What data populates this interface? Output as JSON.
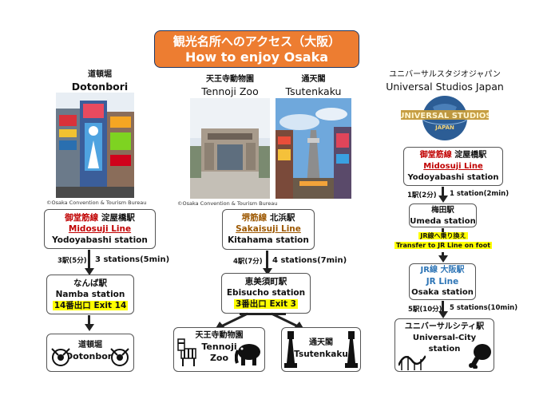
{
  "title": {
    "ja": "観光名所へのアクセス（大阪）",
    "en": "How to enjoy Osaka"
  },
  "credit": "©Osaka Convention & Tourism Bureau",
  "dotonbori": {
    "heading_ja": "道頓堀",
    "heading_en": "Dotonbori",
    "start_line_ja": "御堂筋線",
    "start_station_ja": "淀屋橋駅",
    "start_line_en": "Midosuji Line",
    "start_station_en": "Yodoyabashi station",
    "stops_ja": "3駅(5分)",
    "stops_en": "3 stations(5min)",
    "mid_station_ja": "なんば駅",
    "mid_station_en": "Namba station",
    "exit": "14番出口 Exit 14",
    "dest_ja": "道頓堀",
    "dest_en": "Dotonbori"
  },
  "tennoji": {
    "zoo_heading_ja": "天王寺動物園",
    "zoo_heading_en": "Tennoji Zoo",
    "tsu_heading_ja": "通天閣",
    "tsu_heading_en": "Tsutenkaku",
    "start_line_ja": "堺筋線",
    "start_station_ja": "北浜駅",
    "start_line_en": "Sakaisuji Line",
    "start_station_en": "Kitahama station",
    "stops_ja": "4駅(7分)",
    "stops_en": "4 stations(7min)",
    "mid_station_ja": "恵美須町駅",
    "mid_station_en": "Ebisucho station",
    "exit": "3番出口 Exit 3",
    "dest1_ja": "天王寺動物園",
    "dest1_en_1": "Tennoji",
    "dest1_en_2": "Zoo",
    "dest2_ja": "通天閣",
    "dest2_en": "Tsutenkaku"
  },
  "usj": {
    "heading_ja": "ユニバーサルスタジオジャパン",
    "heading_en": "Universal Studios Japan",
    "logo_text_1": "UNIVERSAL STUDIOS",
    "logo_text_2": "JAPAN",
    "start_line_ja": "御堂筋線",
    "start_station_ja": "淀屋橋駅",
    "start_line_en": "Midosuji Line",
    "start_station_en": "Yodoyabashi station",
    "stops1_ja": "1駅(2分)",
    "stops1_en": "1 station(2min)",
    "mid1_ja": "梅田駅",
    "mid1_en": "Umeda station",
    "transfer_ja": "JR線へ乗り換え",
    "transfer_en": "Transfer to JR Line on foot",
    "mid2_line_ja": "JR線",
    "mid2_station_ja": "大阪駅",
    "mid2_line_en": "JR Line",
    "mid2_station_en": "Osaka station",
    "stops2_ja": "5駅(10分)",
    "stops2_en": "5 stations(10min)",
    "dest_ja": "ユニバーサルシティ駅",
    "dest_en_1": "Universal-City",
    "dest_en_2": "station"
  },
  "colors": {
    "title_bg": "#ed7d31",
    "red_line": "#c00000",
    "brown_line": "#9c5700",
    "jr_blue": "#2e75b6",
    "highlight": "#ffff00"
  }
}
